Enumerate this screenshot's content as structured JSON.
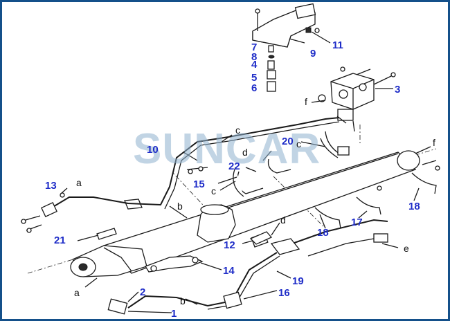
{
  "watermark": "SUNCAR",
  "colors": {
    "border": "#14508a",
    "part_number": "#1f2dc8",
    "watermark": "#8fb2cf"
  },
  "part_numbers": [
    "1",
    "2",
    "3",
    "4",
    "5",
    "6",
    "7",
    "8",
    "9",
    "10",
    "11",
    "12",
    "13",
    "14",
    "15",
    "16",
    "17",
    "18",
    "18",
    "19",
    "20",
    "21",
    "22"
  ],
  "ref_letters": [
    "a",
    "a",
    "b",
    "b",
    "c",
    "c",
    "c",
    "d",
    "d",
    "e",
    "f",
    "f"
  ]
}
